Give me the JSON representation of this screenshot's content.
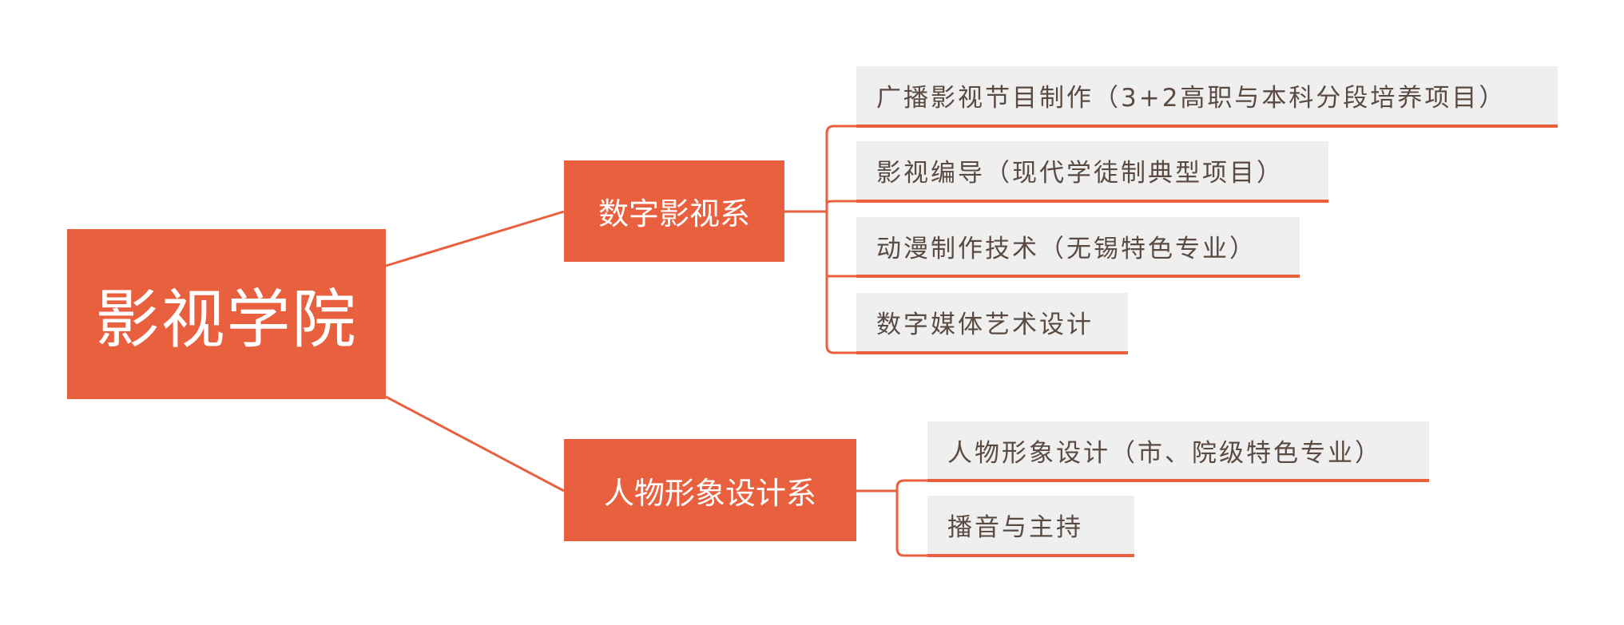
{
  "root": {
    "label": "影视学院"
  },
  "branches": [
    {
      "label": "数字影视系",
      "children": [
        "广播影视节目制作（3+2高职与本科分段培养项目）",
        "影视编导（现代学徒制典型项目）",
        "动漫制作技术（无锡特色专业）",
        "数字媒体艺术设计"
      ]
    },
    {
      "label": "人物形象设计系",
      "children": [
        "人物形象设计（市、院级特色专业）",
        "播音与主持"
      ]
    }
  ],
  "colors": {
    "accent": "#e9603f",
    "leaf_bg": "#efefef",
    "leaf_text": "#5a4a42"
  }
}
